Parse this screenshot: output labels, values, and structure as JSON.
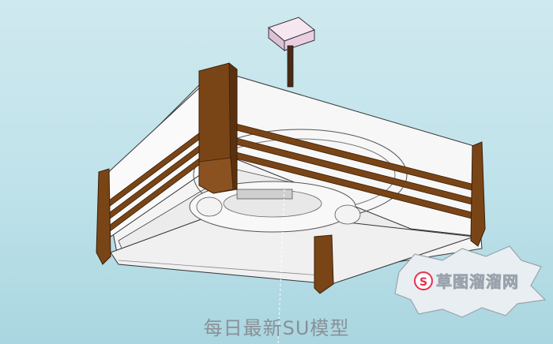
{
  "caption": "每日最新SU模型",
  "watermark": {
    "text": "草图溜溜网",
    "badge_letter": "S",
    "badge_color": "#e8304a"
  },
  "colors": {
    "wood": "#7a4516",
    "wood_dark": "#5a3110",
    "panel": "#f3f3f3",
    "panel_shade": "#e2e2e2",
    "canopy": "#ead1e2",
    "background": "#bfe2ea"
  }
}
